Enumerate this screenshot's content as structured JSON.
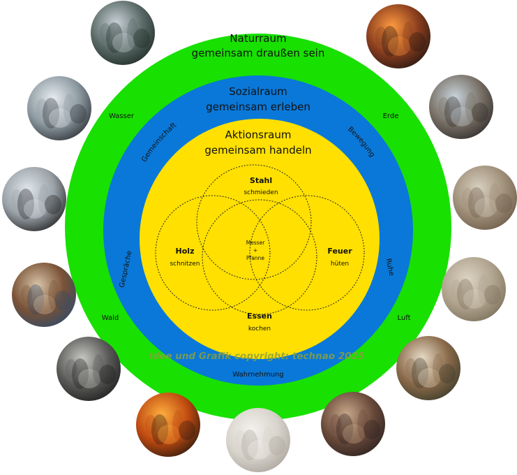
{
  "zones": {
    "natur": {
      "title": "Naturraum",
      "subtitle": "gemeinsam draußen sein",
      "color": "#18e000"
    },
    "sozial": {
      "title": "Sozialraum",
      "subtitle": "gemeinsam erleben",
      "color": "#0a78d8"
    },
    "aktion": {
      "title": "Aktionsraum",
      "subtitle": "gemeinsam handeln",
      "color": "#ffe000"
    }
  },
  "elements": {
    "wasser": "Wasser",
    "erde": "Erde",
    "wald": "Wald",
    "luft": "Luft"
  },
  "social": {
    "gemeinschaft": "Gemeinschaft",
    "bewegung": "Bewegung",
    "gespraeche": "Gespräche",
    "ruhe": "Ruhe",
    "wahrnehmung": "Wahrnehmung"
  },
  "activities": {
    "stahl": {
      "title": "Stahl",
      "verb": "schmieden"
    },
    "holz": {
      "title": "Holz",
      "verb": "schnitzen"
    },
    "feuer": {
      "title": "Feuer",
      "verb": "hüten"
    },
    "essen": {
      "title": "Essen",
      "verb": "kochen"
    },
    "center": [
      "Messer",
      "+",
      "Pfanne"
    ]
  },
  "copyright": "Idee und Grafik copyright: technao 2025",
  "photos": [
    {
      "name": "forest-mist-photo",
      "colors": [
        "#c9d2d8",
        "#5a6a66",
        "#1e2a26"
      ]
    },
    {
      "name": "water-splash-photo",
      "colors": [
        "#e8eef2",
        "#8e9aa2",
        "#2a3034"
      ]
    },
    {
      "name": "pine-trees-photo",
      "colors": [
        "#dfe6ec",
        "#9aa2a8",
        "#202020"
      ]
    },
    {
      "name": "wood-carving-photo",
      "colors": [
        "#d8c4a8",
        "#7a5236",
        "#2e4a6a"
      ]
    },
    {
      "name": "workbench-photo",
      "colors": [
        "#c8c8c4",
        "#5a5a58",
        "#1c1c1c"
      ]
    },
    {
      "name": "campfire-cooking-photo",
      "colors": [
        "#ffb040",
        "#c04a10",
        "#2a1a10"
      ]
    },
    {
      "name": "paper-folds-photo",
      "colors": [
        "#f4f2ee",
        "#d8d4cc",
        "#a8a29a"
      ]
    },
    {
      "name": "outdoor-workshop-photo",
      "colors": [
        "#c8a88a",
        "#6a4a3a",
        "#2a2020"
      ]
    },
    {
      "name": "wooden-frame-photo",
      "colors": [
        "#e8dcc8",
        "#8a6a4a",
        "#3a3a2a"
      ]
    },
    {
      "name": "clay-imprint-photo",
      "colors": [
        "#ddd4c4",
        "#b0a48e",
        "#7a6e5a"
      ]
    },
    {
      "name": "clay-lump-photo",
      "colors": [
        "#d8d0c0",
        "#a0907a",
        "#6a5a48"
      ]
    },
    {
      "name": "anvil-stump-photo",
      "colors": [
        "#c8d4dc",
        "#7a7268",
        "#2e2a28"
      ]
    },
    {
      "name": "forge-hammer-photo",
      "colors": [
        "#ff9a40",
        "#8a3e1e",
        "#241612"
      ]
    }
  ]
}
